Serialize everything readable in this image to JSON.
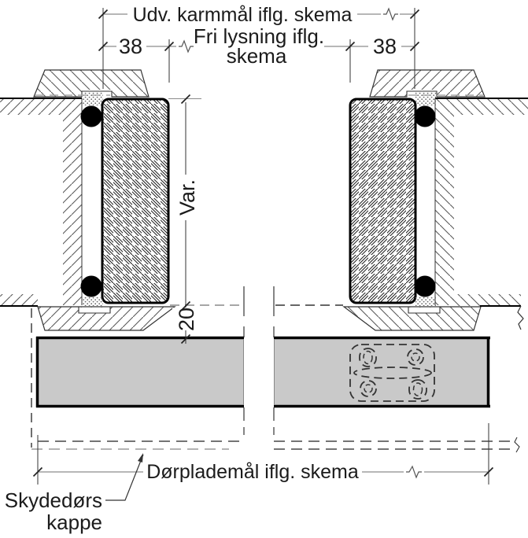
{
  "doc": {
    "dims": {
      "outer_frame": "Udv. karmmål iflg. skema",
      "free_opening_line1": "Fri lysning iflg.",
      "free_opening_line2": "skema",
      "jamb_width_left": "38",
      "jamb_width_right": "38",
      "frame_depth_var": "Var.",
      "gap_20": "20",
      "door_plate": "Dørplademål iflg. skema"
    },
    "labels": {
      "pocket_line1": "Skydedørs",
      "pocket_line2": "kappe"
    },
    "colors": {
      "door_plate_fill": "#c9c9c9",
      "seal": "#000000",
      "dim_line": "#8c8c8c",
      "hatch_line": "#5a5a5a",
      "hidden_dash": "#9a9a9a"
    }
  }
}
